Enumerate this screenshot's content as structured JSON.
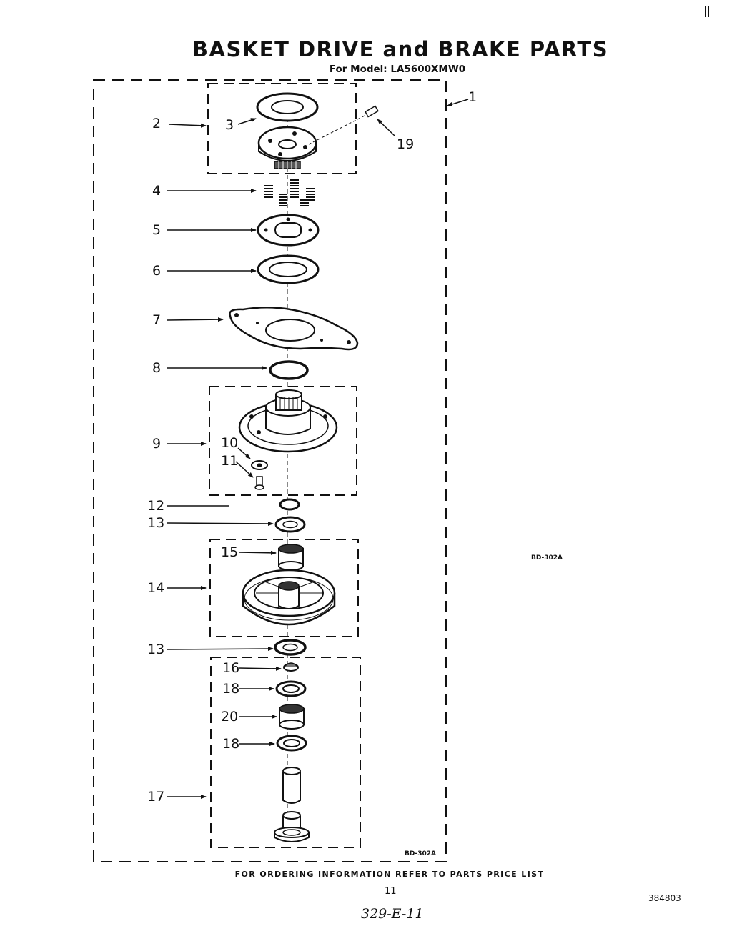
{
  "title": "BASKET DRIVE and BRAKE PARTS",
  "subtitle": "For Model: LA5600XMW0",
  "footer": "FOR ORDERING INFORMATION REFER TO PARTS PRICE LIST",
  "page_number": "11",
  "document_number": "384803",
  "handwritten_note": "329-E-11",
  "drawing_code_side": "BD-302A",
  "drawing_code_box": "BD-302A",
  "callouts": {
    "c1": "1",
    "c2": "2",
    "c3": "3",
    "c4": "4",
    "c5": "5",
    "c6": "6",
    "c7": "7",
    "c8": "8",
    "c9": "9",
    "c10": "10",
    "c11": "11",
    "c12": "12",
    "c13a": "13",
    "c13b": "13",
    "c14": "14",
    "c15": "15",
    "c16": "16",
    "c17": "17",
    "c18a": "18",
    "c18b": "18",
    "c19": "19",
    "c20": "20"
  }
}
